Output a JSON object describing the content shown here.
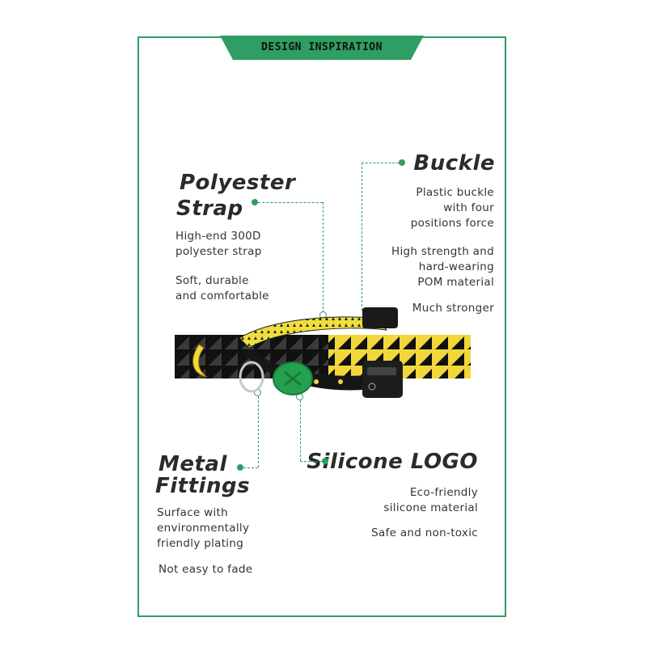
{
  "banner": {
    "title": "DESIGN INSPIRATION"
  },
  "features": {
    "strap": {
      "title_line1": "Polyester",
      "title_line2": "Strap",
      "desc1_line1": "High-end 300D",
      "desc1_line2": "polyester strap",
      "desc2_line1": "Soft, durable",
      "desc2_line2": "and comfortable"
    },
    "buckle": {
      "title": "Buckle",
      "desc1_line1": "Plastic buckle",
      "desc1_line2": "with four",
      "desc1_line3": "positions force",
      "desc2_line1": "High strength and",
      "desc2_line2": "hard-wearing",
      "desc2_line3": "POM material",
      "desc3": "Much stronger"
    },
    "metal": {
      "title_line1": "Metal",
      "title_line2": "Fittings",
      "desc1_line1": "Surface with",
      "desc1_line2": "environmentally",
      "desc1_line3": "friendly plating",
      "desc2": "Not easy to fade"
    },
    "logo": {
      "title": "Silicone LOGO",
      "desc1_line1": "Eco-friendly",
      "desc1_line2": "silicone material",
      "desc2": "Safe and non-toxic"
    }
  },
  "colors": {
    "accent": "#2e9e62",
    "yellow": "#f2d73a",
    "black": "#111111"
  }
}
